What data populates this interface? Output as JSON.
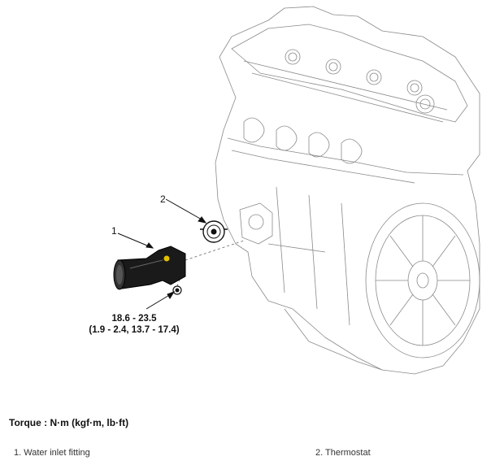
{
  "callouts": [
    "1",
    "2"
  ],
  "torque_spec": {
    "line1": "18.6 - 23.5",
    "line2": "(1.9 - 2.4, 13.7 - 17.4)"
  },
  "torque_title": "Torque : N·m (kgf·m, lb·ft)",
  "legend": [
    "1. Water inlet fitting",
    "2. Thermostat"
  ]
}
